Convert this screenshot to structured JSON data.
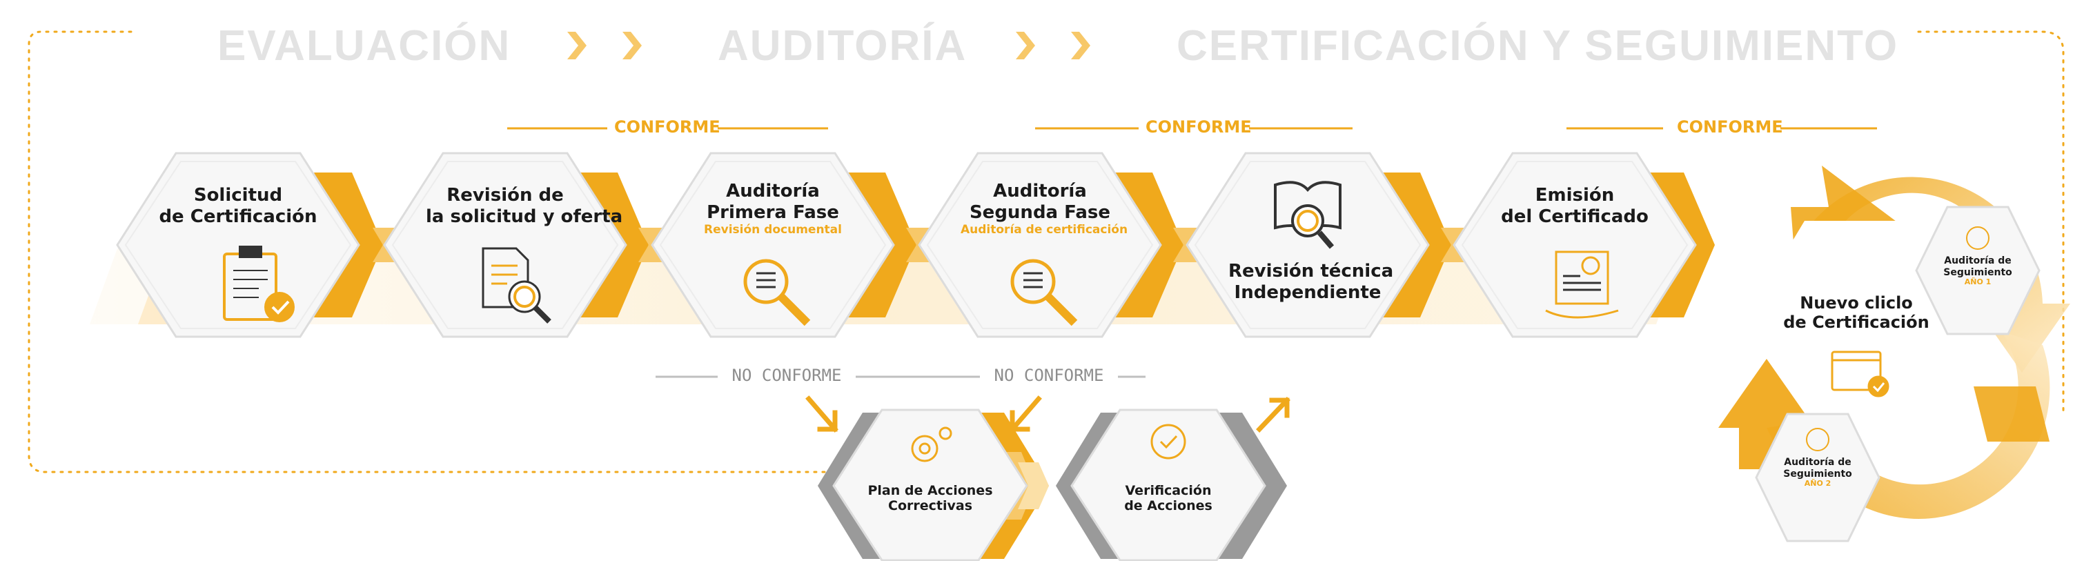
{
  "phases": {
    "evaluacion": "EVALUACIÓN",
    "auditoria": "AUDITORÍA",
    "certificacion": "CERTIFICACIÓN  Y SEGUIMIENTO"
  },
  "flow_labels": {
    "conforme_1": "CONFORME",
    "conforme_2": "CONFORME",
    "conforme_3": "CONFORME",
    "no_conforme_1": "NO CONFORME",
    "no_conforme_2": "NO CONFORME"
  },
  "steps": {
    "solicitud": {
      "line1": "Solicitud",
      "line2": "de Certificación",
      "icon": "clipboard-check-icon"
    },
    "revision_solicitud": {
      "line1": "Revisión de",
      "line2": "la solicitud y oferta",
      "icon": "document-search-icon"
    },
    "auditoria_primera": {
      "line1": "Auditoría",
      "line2": "Primera Fase",
      "sub": "Revisión documental",
      "icon": "magnifier-list-icon"
    },
    "auditoria_segunda": {
      "line1": "Auditoría",
      "line2": "Segunda Fase",
      "sub": "Auditoría de certificación",
      "icon": "magnifier-list-icon"
    },
    "revision_tecnica": {
      "line1": "Revisión técnica",
      "line2": "Independiente",
      "icon": "book-search-icon"
    },
    "emision": {
      "line1": "Emisión",
      "line2": "del Certificado",
      "icon": "certificate-icon"
    }
  },
  "corrective": {
    "plan": {
      "line1": "Plan de Acciones",
      "line2": "Correctivas",
      "icon": "gears-icon"
    },
    "verificacion": {
      "line1": "Verificación",
      "line2": "de Acciones",
      "icon": "check-circle-icon"
    }
  },
  "cycle": {
    "title_line1": "Nuevo cliclo",
    "title_line2": "de Certificación",
    "icon": "calendar-check-icon",
    "seg1": {
      "line1": "Auditoría de",
      "line2": "Seguimiento",
      "year": "AÑO 1",
      "icon": "calendar-search-icon"
    },
    "seg2": {
      "line1": "Auditoría de",
      "line2": "Seguimiento",
      "year": "AÑO 2",
      "icon": "calendar-search-icon"
    }
  },
  "colors": {
    "accent": "#f0a91c",
    "hex_fill": "#f7f7f7",
    "hex_border": "#d6d6d6",
    "phase_text": "#e3e3e3",
    "corrective_border": "#9a9a9a"
  }
}
